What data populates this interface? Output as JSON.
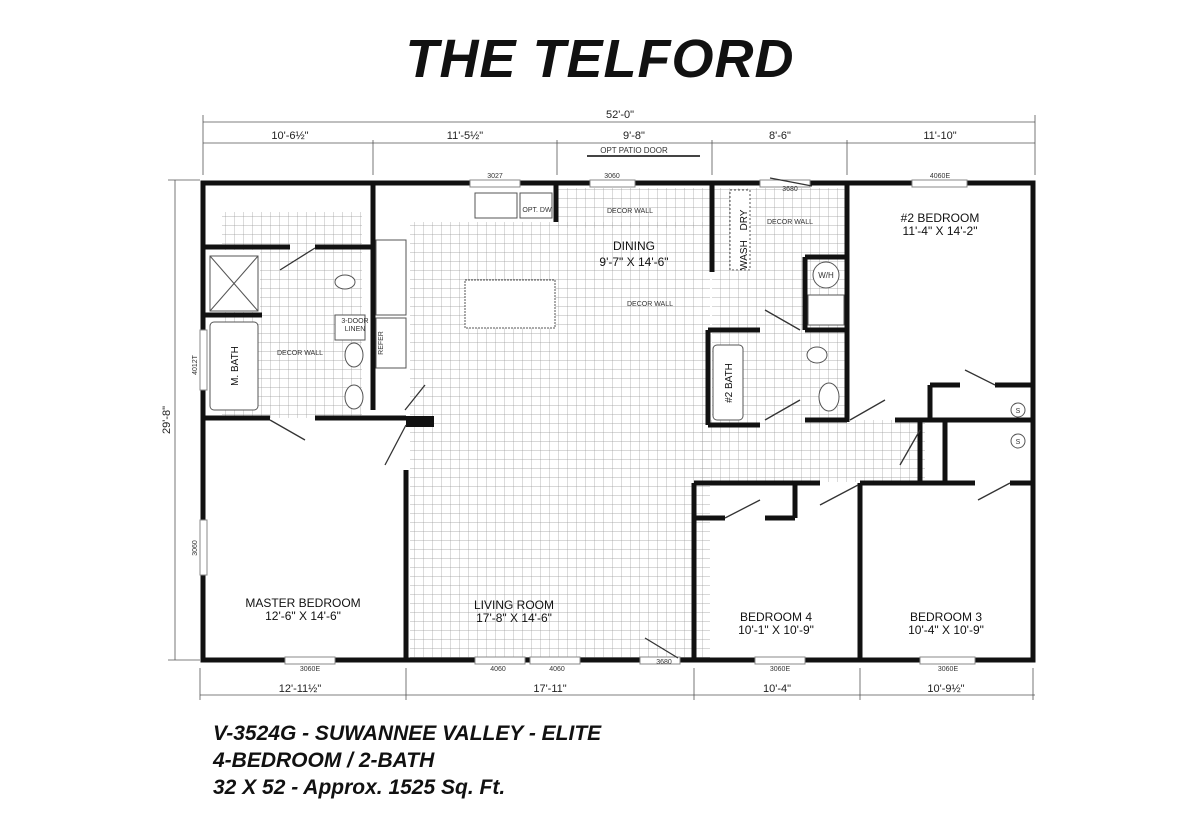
{
  "title": "THE TELFORD",
  "dimensions": {
    "overall_width": "52'-0\"",
    "top": [
      "10'-6½\"",
      "11'-5½\"",
      "9'-8\"",
      "8'-6\"",
      "11'-10\""
    ],
    "bottom": [
      "12'-11½\"",
      "17'-11\"",
      "10'-4\"",
      "10'-9½\""
    ],
    "depth": "29'-8\""
  },
  "annotations": {
    "opt_patio_door": "OPT PATIO DOOR",
    "windows": [
      "3027",
      "3060",
      "3680",
      "4060E",
      "4012T",
      "3060",
      "3060E",
      "4060",
      "4060",
      "3680",
      "3060E",
      "3060E"
    ],
    "decor_wall": "DECOR WALL",
    "opt_dw": "OPT. DW",
    "linen": [
      "3-DOOR",
      "LINEN"
    ],
    "refer": "REFER",
    "wash": "WASH",
    "dry": "DRY",
    "wh": "W/H",
    "shelf": "S"
  },
  "rooms": {
    "dining": {
      "name": "DINING",
      "size": "9'-7\" X 14'-6\""
    },
    "bedroom2": {
      "name": "#2 BEDROOM",
      "size": "11'-4\" X 14'-2\""
    },
    "master_bath": "M. BATH",
    "bath2": "#2 BATH",
    "master_bedroom": {
      "name": "MASTER BEDROOM",
      "size": "12'-6\" X 14'-6\""
    },
    "living": {
      "name": "LIVING ROOM",
      "size": "17'-8\" X 14'-6\""
    },
    "bedroom4": {
      "name": "BEDROOM 4",
      "size": "10'-1\" X 10'-9\""
    },
    "bedroom3": {
      "name": "BEDROOM 3",
      "size": "10'-4\" X 10'-9\""
    }
  },
  "footer": {
    "line1": "V-3524G - SUWANNEE VALLEY - ELITE",
    "line2": "4-BEDROOM / 2-BATH",
    "line3": "32 X 52 - Approx. 1525 Sq. Ft."
  }
}
